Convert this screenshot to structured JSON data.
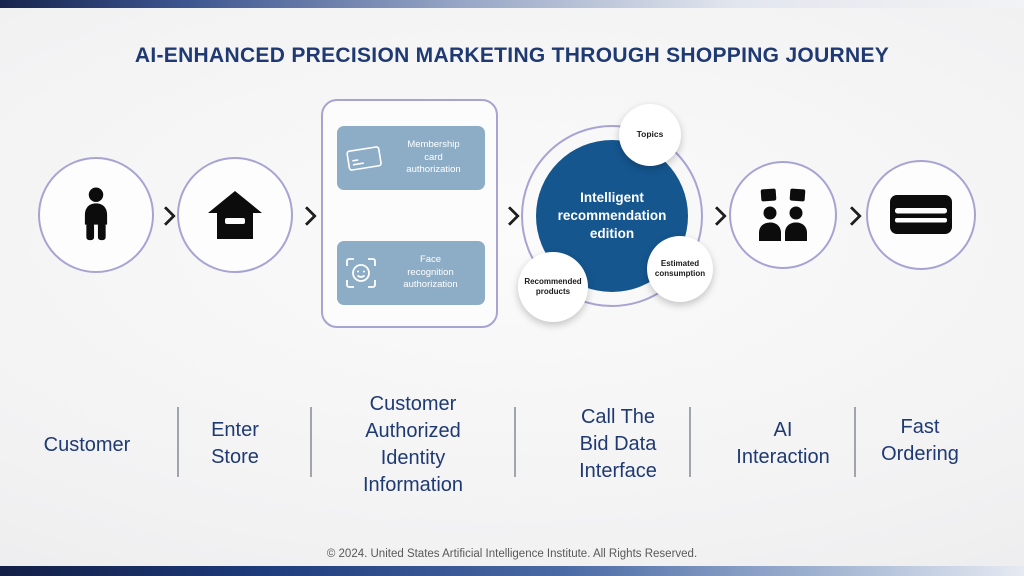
{
  "title": "AI-ENHANCED PRECISION MARKETING THROUGH SHOPPING JOURNEY",
  "auth": {
    "membership": "Membership\ncard\nauthorization",
    "face": "Face\nrecognition\nauthorization"
  },
  "recommendation": {
    "center": "Intelligent\nrecommendation\nedition",
    "topics": "Topics",
    "estimated": "Estimated\nconsumption",
    "recommended": "Recommended\nproducts"
  },
  "stages": {
    "customer": "Customer",
    "enter_store": "Enter\nStore",
    "identity": "Customer\nAuthorized\nIdentity\nInformation",
    "big_data": "Call The\nBid Data\nInterface",
    "ai_interaction": "AI\nInteraction",
    "fast_ordering": "Fast\nOrdering"
  },
  "footer": "© 2024. United States Artificial Intelligence Institute. All Rights Reserved.",
  "colors": {
    "accent_navy": "#1f3a72",
    "circle_border": "#a7a3d3",
    "auth_box_blue": "#8dadc6",
    "core_blue": "#15568f",
    "icon_black": "#0c0c0c",
    "divider_gray": "#a0a4ab",
    "footer_gray": "#595959"
  }
}
